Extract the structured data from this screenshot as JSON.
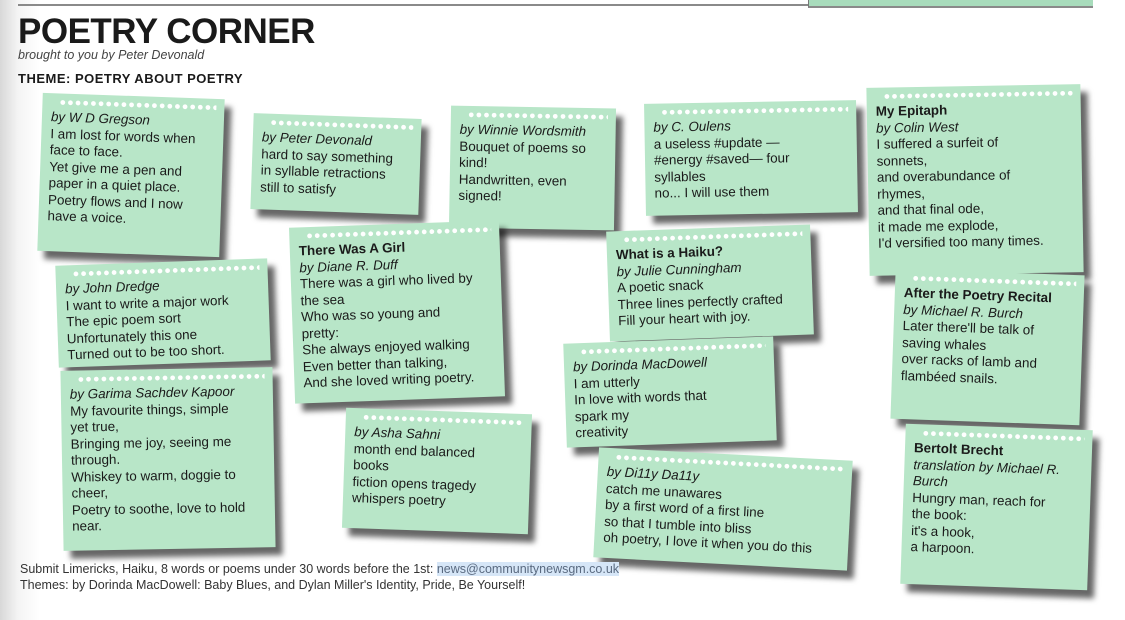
{
  "header": {
    "title": "POETRY CORNER",
    "subtitle": "brought to you by Peter Devonald",
    "theme": "THEME: POETRY ABOUT POETRY"
  },
  "notes": [
    {
      "title": "",
      "byline": "by W D Gregson",
      "lines": [
        "I am lost for words when",
        "face to face.",
        "Yet give me a pen and",
        "paper in a quiet place.",
        "Poetry flows and I now",
        "have a voice."
      ]
    },
    {
      "title": "",
      "byline": "by Peter Devonald",
      "lines": [
        "hard to say something",
        "in syllable retractions",
        "still to satisfy"
      ]
    },
    {
      "title": "",
      "byline": "by Winnie Wordsmith",
      "lines": [
        "Bouquet of poems so",
        "kind!",
        "Handwritten, even",
        "signed!"
      ]
    },
    {
      "title": "",
      "byline": "by C. Oulens",
      "lines": [
        "a useless #update —",
        "#energy #saved— four",
        "syllables",
        "no... I will use them"
      ]
    },
    {
      "title": "My Epitaph",
      "byline": "by Colin West",
      "lines": [
        "I suffered a surfeit of",
        "sonnets,",
        "and overabundance of",
        "rhymes,",
        "and that final ode,",
        "it made me explode,",
        "I'd versified too many times."
      ]
    },
    {
      "title": "",
      "byline": "by John Dredge",
      "lines": [
        "I want to write a major work",
        "The epic poem sort",
        "Unfortunately this one",
        "Turned out to be too short."
      ]
    },
    {
      "title": "There Was A Girl",
      "byline": "by Diane R. Duff",
      "lines": [
        "There was a girl who lived by",
        "the sea",
        "Who was so young and",
        "pretty:",
        "She always enjoyed walking",
        "Even better than talking,",
        "And she loved writing poetry."
      ]
    },
    {
      "title": "What is a Haiku?",
      "byline": "by Julie Cunningham",
      "lines": [
        "A poetic snack",
        "Three lines perfectly crafted",
        "Fill your heart with joy."
      ]
    },
    {
      "title": "",
      "byline": "by Garima Sachdev Kapoor",
      "lines": [
        "My favourite things, simple",
        "yet true,",
        "Bringing me joy, seeing me",
        "through.",
        "Whiskey to warm, doggie to",
        "cheer,",
        "Poetry to soothe, love to hold",
        "near."
      ]
    },
    {
      "title": "",
      "byline": "by Asha Sahni",
      "lines": [
        "month end balanced",
        "books",
        "fiction opens tragedy",
        "whispers poetry"
      ]
    },
    {
      "title": "",
      "byline": "by Dorinda MacDowell",
      "lines": [
        "I am utterly",
        "In love with words that",
        "spark my",
        "creativity"
      ]
    },
    {
      "title": "",
      "byline": "by Di11y Da11y",
      "lines": [
        "catch me unawares",
        "by a first word of a first line",
        "so that I tumble into bliss",
        "oh poetry, I love it when you do this"
      ]
    },
    {
      "title": "After the Poetry Recital",
      "byline": "by Michael R. Burch",
      "lines": [
        "Later there'll be talk of",
        "saving whales",
        "over racks of lamb and",
        "flambéed snails."
      ]
    },
    {
      "title": "Bertolt Brecht",
      "byline": "translation by Michael R. Burch",
      "lines": [
        "Hungry man, reach for",
        "the book:",
        "it's a hook,",
        "a harpoon."
      ]
    }
  ],
  "footer": {
    "submit": "Submit Limericks, Haiku, 8 words or poems under 30 words before the 1st: ",
    "email": "news@communitynewsgm.co.uk",
    "themes": "Themes: by Dorinda MacDowell: Baby Blues, and Dylan Miller's Identity, Pride, Be Yourself!"
  },
  "colors": {
    "note": "#b8e6c8"
  }
}
